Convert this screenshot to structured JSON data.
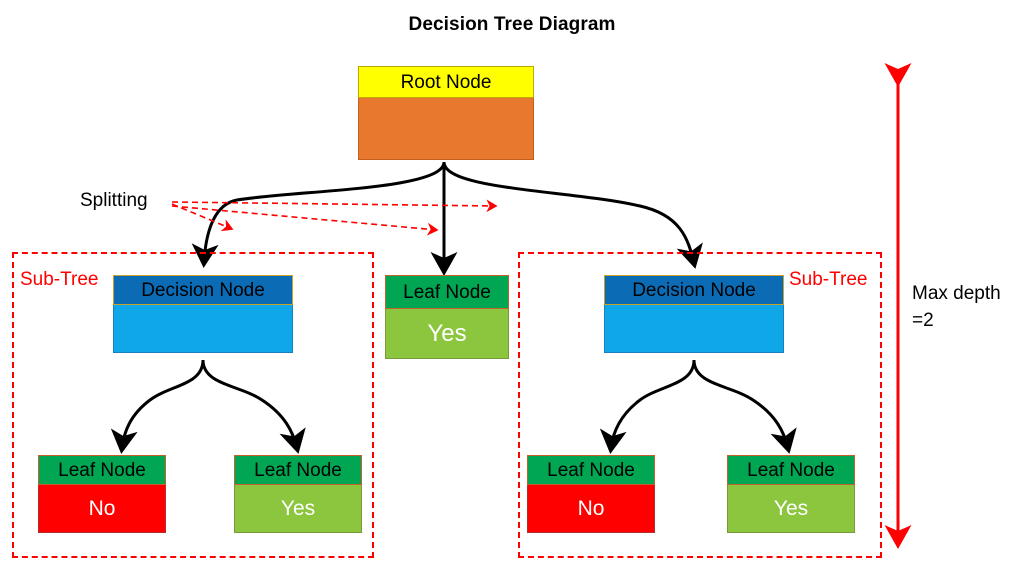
{
  "diagram": {
    "title": "Decision Tree Diagram",
    "type": "decision-tree",
    "colors": {
      "root_header": "#FFFF00",
      "root_body": "#E8782D",
      "decision_header": "#0B6CB5",
      "decision_body": "#0FA7E8",
      "leaf_header": "#00A651",
      "leaf_yes": "#8CC63F",
      "leaf_no": "#FF0000",
      "annotation": "#FF0000",
      "edge": "#000000"
    }
  },
  "nodes": {
    "root": {
      "header": "Root Node",
      "body": ""
    },
    "decision_left": {
      "header": "Decision Node",
      "body": ""
    },
    "decision_right": {
      "header": "Decision Node",
      "body": ""
    },
    "leaf_center": {
      "header": "Leaf Node",
      "body": "Yes"
    },
    "leaf_left_1": {
      "header": "Leaf Node",
      "body": "No"
    },
    "leaf_left_2": {
      "header": "Leaf Node",
      "body": "Yes"
    },
    "leaf_right_1": {
      "header": "Leaf Node",
      "body": "No"
    },
    "leaf_right_2": {
      "header": "Leaf Node",
      "body": "Yes"
    }
  },
  "annotations": {
    "splitting": "Splitting",
    "subtree_left": "Sub-Tree",
    "subtree_right": "Sub-Tree",
    "max_depth": "Max depth\n=2"
  }
}
